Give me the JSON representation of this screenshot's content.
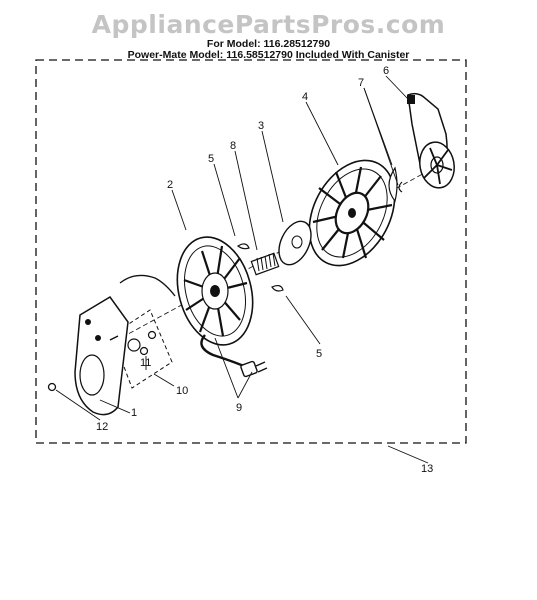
{
  "watermark": "AppliancePartsPros.com",
  "header": {
    "line1": "For Model: 116.28512790",
    "line2": "Power-Mate Model: 116.58512790  Included With Canister"
  },
  "callouts": [
    "1",
    "2",
    "3",
    "4",
    "5",
    "6",
    "7",
    "8",
    "9",
    "10",
    "11",
    "12",
    "13"
  ],
  "labels": {
    "l1": "1",
    "l2": "2",
    "l3": "3",
    "l4": "4",
    "l5a": "5",
    "l5b": "5",
    "l6": "6",
    "l7": "7",
    "l8": "8",
    "l9": "9",
    "l10": "10",
    "l11": "11",
    "l12": "12",
    "l13": "13"
  }
}
